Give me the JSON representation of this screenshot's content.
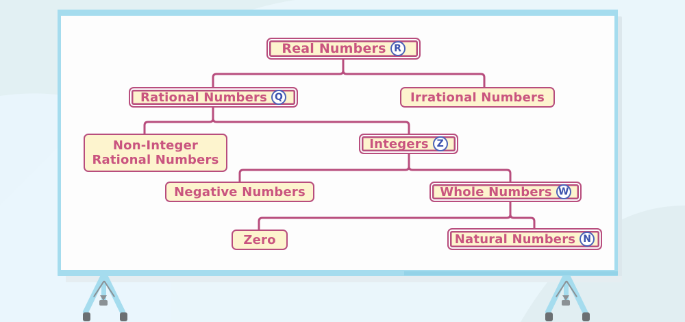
{
  "scene": {
    "background_color": "#eaf6fb",
    "board_frame_color": "#a5dcee",
    "board_face_color": "#fdfdfd",
    "leg_color": "#a5dcee",
    "foot_color": "#6b6f72"
  },
  "theme": {
    "node_fill": "#fdf4ce",
    "node_border": "#b84d7d",
    "node_text": "#c9547f",
    "connector": "#b84d7d",
    "symbol_ring": "#4a62b8",
    "symbol_text": "#3b52ad"
  },
  "diagram": {
    "title": "Real Numbers classification tree",
    "type": "tree",
    "nodes": [
      {
        "id": "real",
        "label": "Real Numbers",
        "symbol": "R",
        "level": 0,
        "style": "double"
      },
      {
        "id": "rational",
        "label": "Rational Numbers",
        "symbol": "Q",
        "level": 1,
        "style": "double"
      },
      {
        "id": "irrational",
        "label": "Irrational Numbers",
        "symbol": "",
        "level": 1,
        "style": "single"
      },
      {
        "id": "noninteger",
        "label_line1": "Non-Integer",
        "label_line2": "Rational Numbers",
        "symbol": "",
        "level": 2,
        "style": "single"
      },
      {
        "id": "integers",
        "label": "Integers",
        "symbol": "Z",
        "level": 2,
        "style": "double"
      },
      {
        "id": "negative",
        "label": "Negative Numbers",
        "symbol": "",
        "level": 3,
        "style": "single"
      },
      {
        "id": "whole",
        "label": "Whole Numbers",
        "symbol": "W",
        "level": 3,
        "style": "double"
      },
      {
        "id": "zero",
        "label": "Zero",
        "symbol": "",
        "level": 4,
        "style": "single"
      },
      {
        "id": "natural",
        "label": "Natural Numbers",
        "symbol": "N",
        "level": 4,
        "style": "double"
      }
    ],
    "edges": [
      {
        "from": "real",
        "to": "rational"
      },
      {
        "from": "real",
        "to": "irrational"
      },
      {
        "from": "rational",
        "to": "noninteger"
      },
      {
        "from": "rational",
        "to": "integers"
      },
      {
        "from": "integers",
        "to": "negative"
      },
      {
        "from": "integers",
        "to": "whole"
      },
      {
        "from": "whole",
        "to": "zero"
      },
      {
        "from": "whole",
        "to": "natural"
      }
    ]
  }
}
